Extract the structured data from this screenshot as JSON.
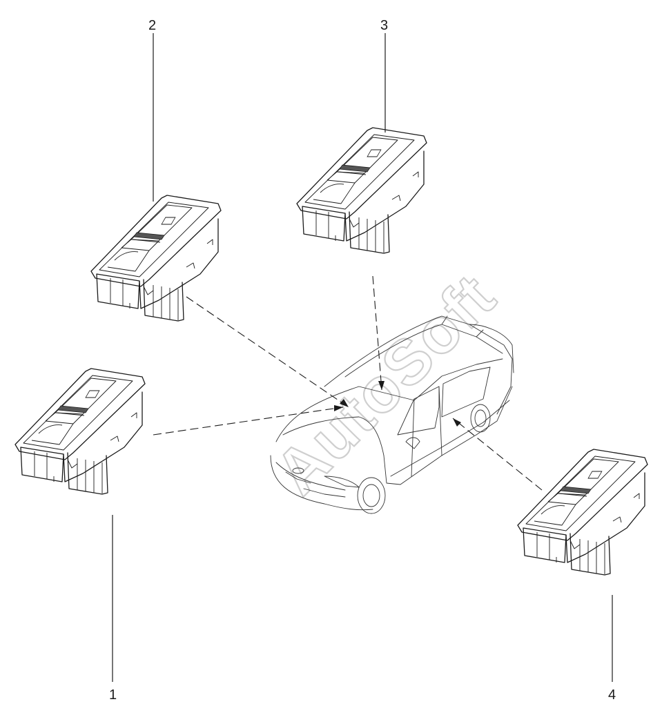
{
  "watermark": "AutoSoft",
  "callouts": [
    {
      "id": "1",
      "label": "1"
    },
    {
      "id": "2",
      "label": "2"
    },
    {
      "id": "3",
      "label": "3"
    },
    {
      "id": "4",
      "label": "4"
    }
  ],
  "colors": {
    "line": "#1a1a1a",
    "watermark": "#cfcfcf",
    "background": "#ffffff"
  }
}
